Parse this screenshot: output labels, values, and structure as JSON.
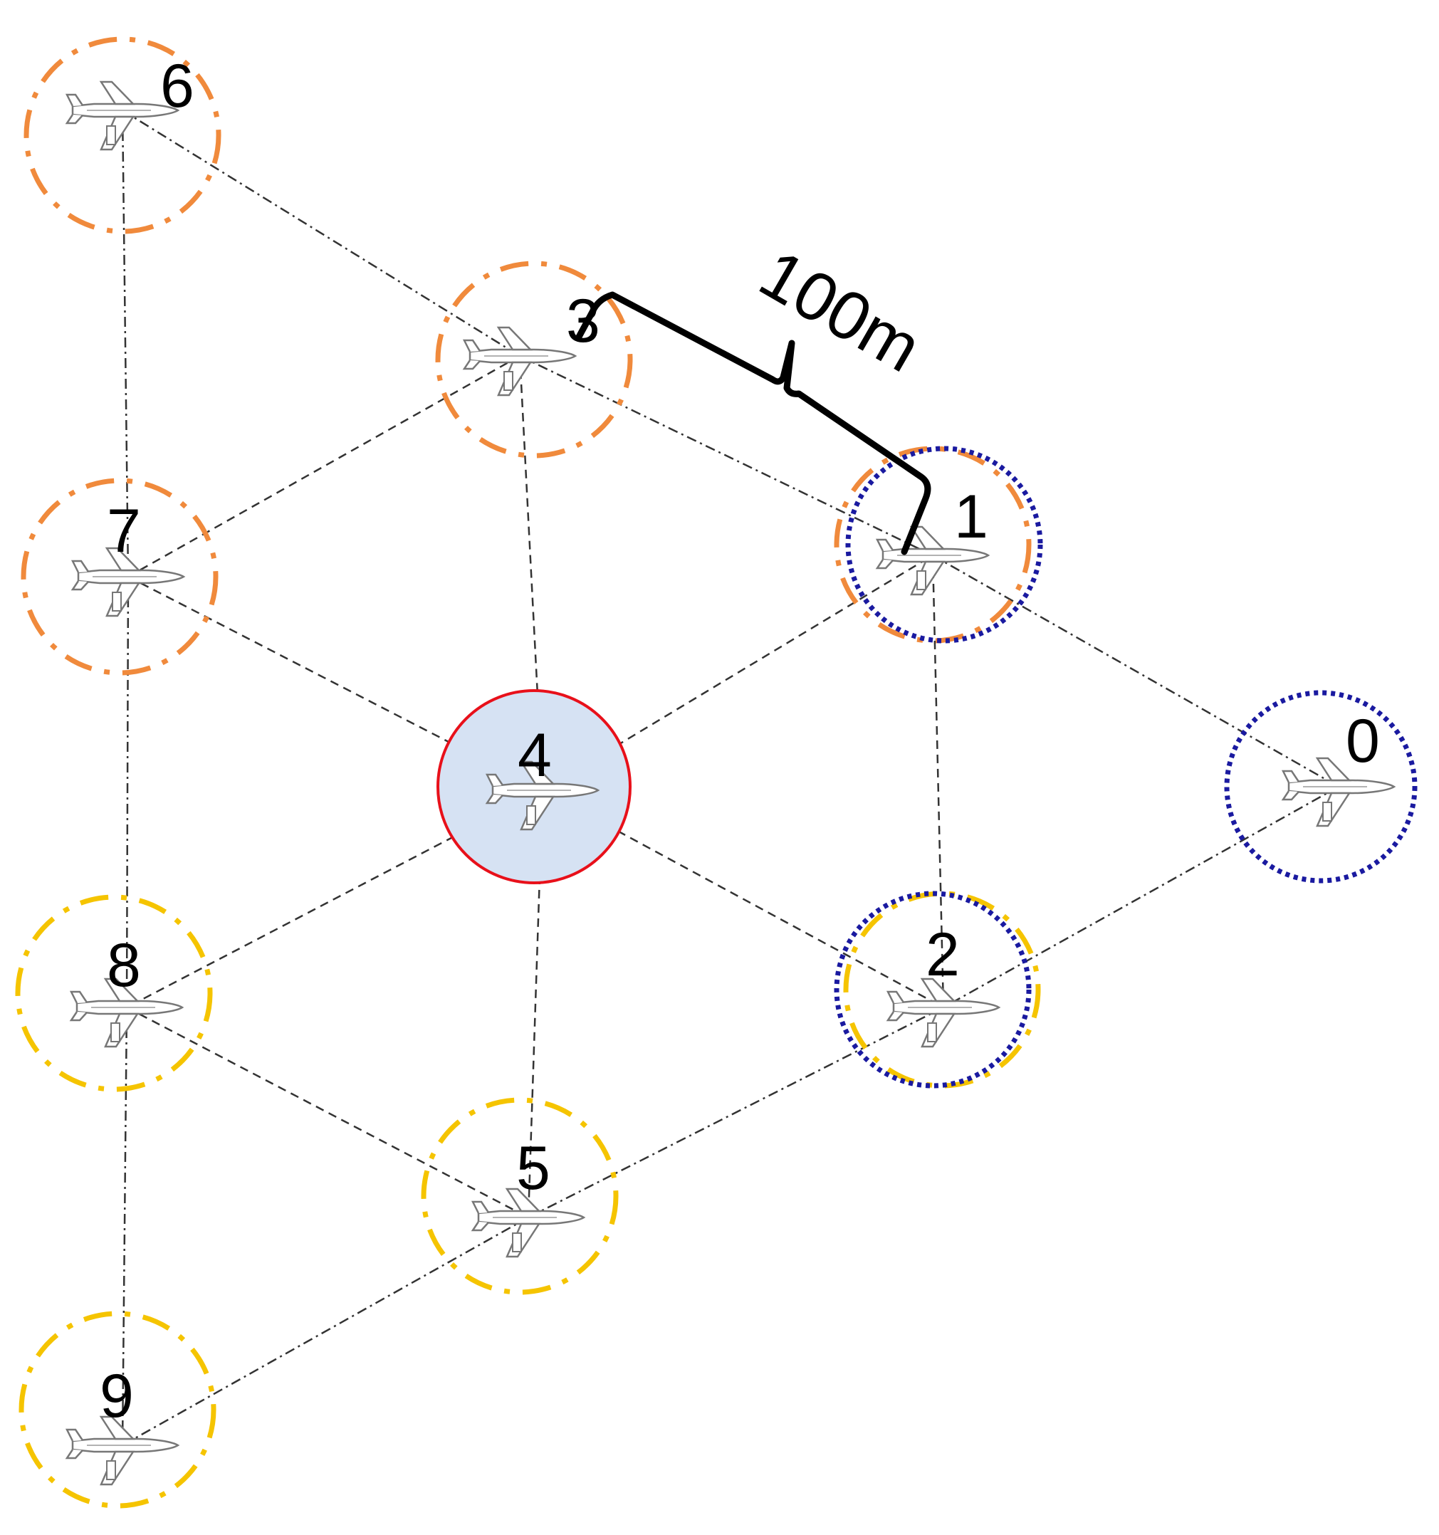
{
  "diagram": {
    "scale_label": "100m",
    "nodes": [
      {
        "id": "0",
        "label": "0",
        "ring": "blue-dotted"
      },
      {
        "id": "1",
        "label": "1",
        "ring": "orange-dashdot+blue-dotted"
      },
      {
        "id": "2",
        "label": "2",
        "ring": "yellow-dashdot+blue-dotted"
      },
      {
        "id": "3",
        "label": "3",
        "ring": "orange-dashdot"
      },
      {
        "id": "4",
        "label": "4",
        "ring": "red-solid-filled"
      },
      {
        "id": "5",
        "label": "5",
        "ring": "yellow-dashdot"
      },
      {
        "id": "6",
        "label": "6",
        "ring": "orange-dashdot"
      },
      {
        "id": "7",
        "label": "7",
        "ring": "orange-dashdot"
      },
      {
        "id": "8",
        "label": "8",
        "ring": "yellow-dashdot"
      },
      {
        "id": "9",
        "label": "9",
        "ring": "yellow-dashdot"
      }
    ],
    "colors": {
      "orange": "#F08A3C",
      "yellow": "#F5C400",
      "blue": "#1A1AA0",
      "red": "#E8101A",
      "center_fill": "#D6E2F3",
      "link": "#333333",
      "scale_bar": "#000000"
    },
    "icon": "airplane-icon"
  }
}
